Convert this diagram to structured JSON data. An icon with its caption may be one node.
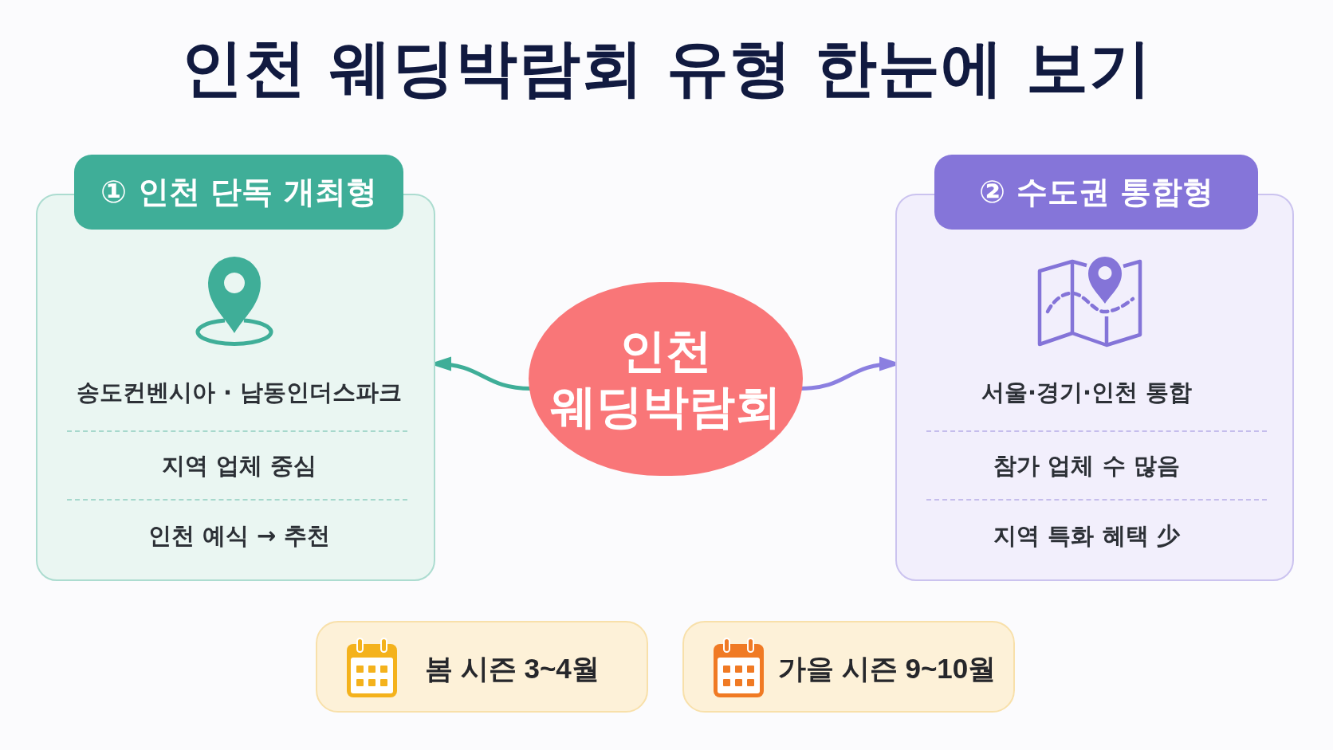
{
  "diagram": {
    "title": "인천 웨딩박람회 유형 한눈에 보기",
    "nodes": [
      {
        "text": [
          "① 인천 단독 개최형",
          "송도컨벤시아 · 남동인더스파크",
          "지역 업체 중심",
          "인천 예식 → 추천"
        ]
      },
      {
        "text": [
          "인천 웨딩박람회"
        ]
      },
      {
        "text": [
          "② 수도권 통합형",
          "서울·경기·인천 통합",
          "참가 업체 수 많음",
          "지역 특화 혜택 少"
        ]
      },
      {
        "text": [
          "봄 시즌 3~4월"
        ]
      },
      {
        "text": [
          "가을 시즌 9~10월"
        ]
      }
    ],
    "edges": [
      {
        "from": 1,
        "to": 0,
        "arrow": "to",
        "color": "#3fae98"
      },
      {
        "from": 1,
        "to": 2,
        "arrow": "to",
        "color": "#8b7fe0"
      }
    ]
  }
}
